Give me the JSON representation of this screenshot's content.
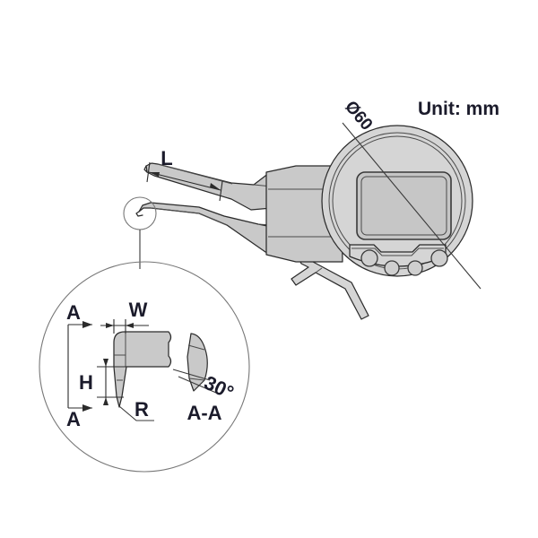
{
  "document": {
    "kind": "engineering-drawing",
    "subject": "digital-internal-caliper-gauge",
    "unit_note": "Unit: mm",
    "background_color": "#ffffff",
    "line_color": "#2b2b2b",
    "metal_fill_color": "#c9c9c9",
    "label_color": "#1b1b2b"
  },
  "annotations": {
    "unit": "Unit: mm",
    "dial_diameter": "Ø60",
    "jaw_length": "L",
    "tip_width": "W",
    "tip_height": "H",
    "tip_radius": "R",
    "section_arrow_top": "A",
    "section_arrow_bottom": "A",
    "section_view_title": "A-A",
    "section_angle": "30°"
  },
  "views": {
    "main": {
      "name": "main-assembly-view",
      "description": "Side elevation of digital internal caliper gauge with round indicator head, LCD display, four buttons and Y-shaped stand"
    },
    "detail": {
      "name": "detail-circle-view",
      "description": "Enlarged circular detail of measuring jaw tip showing W, H and R dimensions with A-A section line"
    },
    "section": {
      "name": "section-a-a-view",
      "description": "A-A cross section of the contact tip showing the 30 degree flank angle"
    }
  },
  "indicator_head": {
    "name": "digital-indicator-head",
    "display_label": "lcd-display",
    "buttons": [
      {
        "name": "button-left"
      },
      {
        "name": "button-mid-left"
      },
      {
        "name": "button-mid-right"
      },
      {
        "name": "button-right"
      }
    ]
  }
}
